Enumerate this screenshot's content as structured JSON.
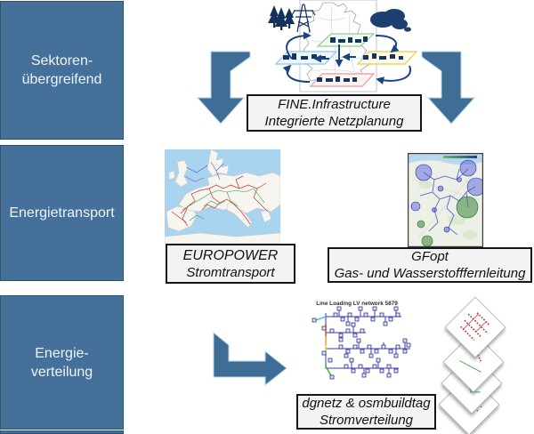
{
  "sidebar": {
    "rows": [
      {
        "line1": "Sektoren-",
        "line2": "übergreifend"
      },
      {
        "line1": "Energietransport",
        "line2": ""
      },
      {
        "line1": "Energie-",
        "line2": "verteilung"
      }
    ]
  },
  "labels": {
    "fine": {
      "line1": "FINE.Infrastructure",
      "line2": "Integrierte Netzplanung"
    },
    "europower": {
      "line1": "EUROPOWER",
      "line2": "Stromtransport"
    },
    "gfopt": {
      "line1": "GFopt",
      "line2": "Gas- und Wasserstofffernleitung"
    },
    "dgnetz": {
      "line1": "dgnetz & osmbuildtag",
      "line2": "Stromverteilung"
    }
  },
  "figures": {
    "lv_network": {
      "title": "Line Loading LV network 5879"
    }
  },
  "colors": {
    "sector_box_blue": "#45709a",
    "arrow_blue": "#3e6d96",
    "label_box_bg": "#f3f3f3",
    "label_box_border": "#161616",
    "illustration_navy": "#16355e"
  }
}
